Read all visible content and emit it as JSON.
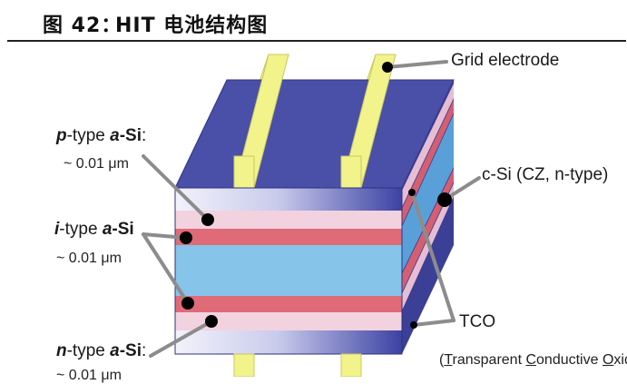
{
  "title": {
    "figure": "图 42：",
    "text": "HIT 电池结构图"
  },
  "labels": {
    "grid_electrode": "Grid electrode",
    "c_si": "c-Si (CZ, n-type)",
    "p_type_prefix": "p",
    "p_type_mid": "-type ",
    "p_type_a": "a",
    "p_type_si": "-Si",
    "p_type_colon": ":",
    "p_thickness": "~ 0.01 μm",
    "i_type_prefix": "i",
    "i_type_mid": "-type ",
    "i_type_a": "a",
    "i_type_si": "-Si",
    "i_thickness": "~ 0.01 μm",
    "n_type_prefix": "n",
    "n_type_mid": "-type ",
    "n_type_a": "a",
    "n_type_si": "-Si",
    "n_type_colon": ":",
    "n_thickness": "~ 0.01 μm",
    "tco": "TCO",
    "tco_open": "(",
    "tco_t": "T",
    "tco_ransparent": "ransparent ",
    "tco_c": "C",
    "tco_onductive": "onductive ",
    "tco_o": "O",
    "tco_xide": "xide)"
  },
  "colors": {
    "top_face": "#4a4fa8",
    "right_face": "#3b3f95",
    "front_top_band_dark": "#3a40a0",
    "pink_layer": "#f3d2df",
    "red_layer": "#df6a78",
    "silicon": "#86c4ea",
    "grid_finger": "#f3f38c",
    "marker": "#000000"
  }
}
